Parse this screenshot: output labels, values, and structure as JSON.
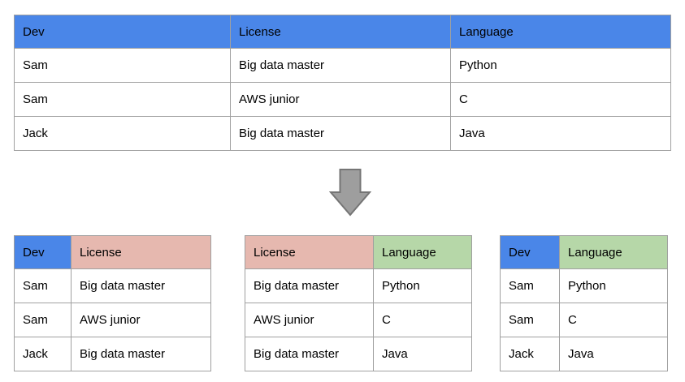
{
  "colors": {
    "blue": "#4a86e8",
    "pink": "#e6b8af",
    "green": "#b6d7a8",
    "arrow_fill": "#9e9e9e",
    "arrow_stroke": "#757575",
    "border": "#a0a0a0"
  },
  "main_table": {
    "headers": [
      {
        "label": "Dev",
        "color": "blue"
      },
      {
        "label": "License",
        "color": "blue"
      },
      {
        "label": "Language",
        "color": "blue"
      }
    ],
    "rows": [
      [
        "Sam",
        "Big data master",
        "Python"
      ],
      [
        "Sam",
        "AWS junior",
        "C"
      ],
      [
        "Jack",
        "Big data master",
        "Java"
      ]
    ]
  },
  "arrow": {
    "icon": "down-arrow",
    "fill": "#9e9e9e",
    "stroke": "#757575"
  },
  "decomposed_tables": [
    {
      "headers": [
        {
          "label": "Dev",
          "color": "blue"
        },
        {
          "label": "License",
          "color": "pink"
        }
      ],
      "rows": [
        [
          "Sam",
          "Big data master"
        ],
        [
          "Sam",
          "AWS junior"
        ],
        [
          "Jack",
          "Big data master"
        ]
      ]
    },
    {
      "headers": [
        {
          "label": "License",
          "color": "pink"
        },
        {
          "label": "Language",
          "color": "green"
        }
      ],
      "rows": [
        [
          "Big data master",
          "Python"
        ],
        [
          "AWS junior",
          "C"
        ],
        [
          "Big data master",
          "Java"
        ]
      ]
    },
    {
      "headers": [
        {
          "label": "Dev",
          "color": "blue"
        },
        {
          "label": "Language",
          "color": "green"
        }
      ],
      "rows": [
        [
          "Sam",
          "Python"
        ],
        [
          "Sam",
          "C"
        ],
        [
          "Jack",
          "Java"
        ]
      ]
    }
  ]
}
